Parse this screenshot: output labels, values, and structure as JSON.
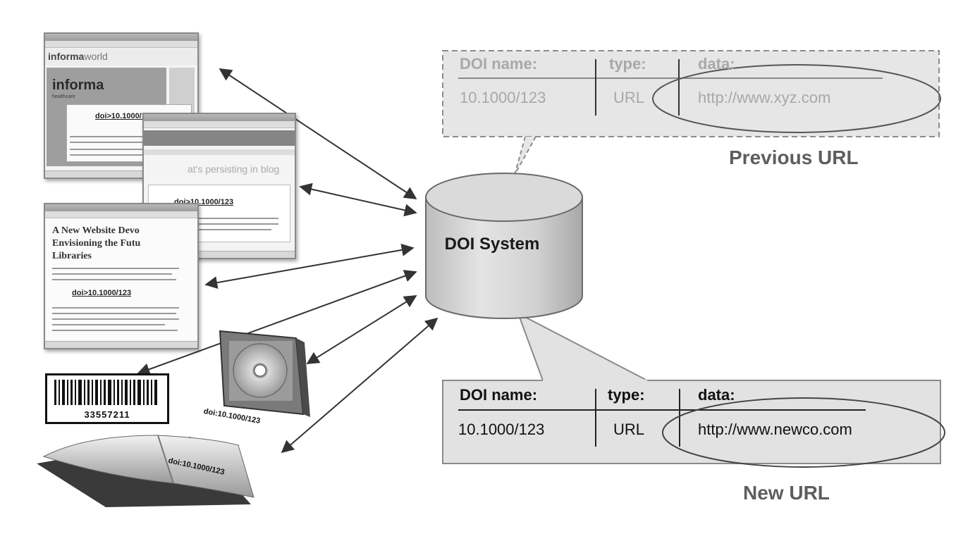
{
  "central": {
    "label": "DOI System"
  },
  "previous_record": {
    "headers": {
      "name": "DOI name:",
      "type": "type:",
      "data": "data:"
    },
    "values": {
      "name": "10.1000/123",
      "type": "URL",
      "data": "http://www.xyz.com"
    },
    "caption": "Previous URL"
  },
  "new_record": {
    "headers": {
      "name": "DOI name:",
      "type": "type:",
      "data": "data:"
    },
    "values": {
      "name": "10.1000/123",
      "type": "URL",
      "data": "http://www.newco.com"
    },
    "caption": "New URL"
  },
  "window1": {
    "brand_small": "informa",
    "brand_small_suffix": "world",
    "brand_big": "informa",
    "brand_sub": "healthcare",
    "doi_link": "doi>10.1000/123"
  },
  "window2": {
    "headline": "at's persisting in blog",
    "doi_link": "doi>10.1000/123"
  },
  "window3": {
    "headline_1": "A New Website Devo",
    "headline_2": "Envisioning the Futu",
    "headline_3": "Libraries",
    "doi_link": "doi>10.1000/123"
  },
  "barcode": {
    "number": "33557211"
  },
  "cd_label": "doi:10.1000/123",
  "book_label": "doi:10.1000/123",
  "colors": {
    "background": "#ffffff",
    "callout_fill": "#e6e6e6",
    "previous_text": "#a8a8a8",
    "new_text": "#111111",
    "caption_text": "#5e5e5e",
    "arrow": "#333333"
  }
}
